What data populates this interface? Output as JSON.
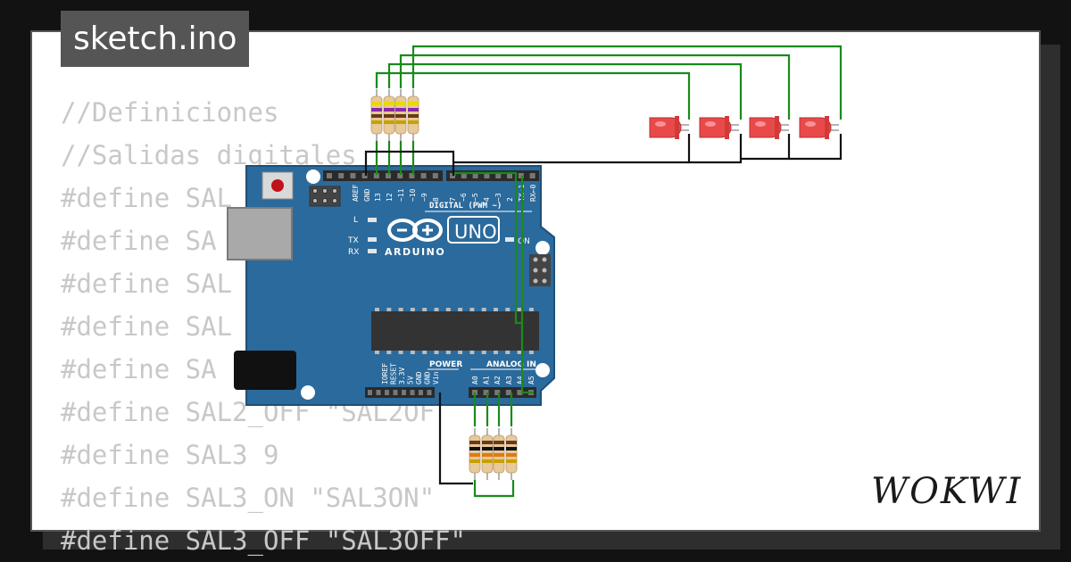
{
  "file_tab": {
    "label": "sketch.ino"
  },
  "code_lines": [
    "//Definiciones",
    "//Salidas digitales",
    "#define SAL",
    "#define SA",
    "#define SAL",
    "#define SAL",
    "#define SA",
    "#define SAL2_OFF \"SAL2OF",
    "#define SAL3 9",
    "#define SAL3_ON \"SAL3ON\"",
    "#define SAL3_OFF \"SAL3OFF\""
  ],
  "board": {
    "brand": "ARDUINO",
    "model": "UNO",
    "digital_label": "DIGITAL (PWM ~)",
    "power_label": "POWER",
    "analog_label": "ANALOG IN",
    "led_labels": [
      "L",
      "TX",
      "RX",
      "ON"
    ],
    "digital_pins": [
      "AREF",
      "GND",
      "13",
      "12",
      "~11",
      "~10",
      "~9",
      "8",
      "7",
      "~6",
      "~5",
      "4",
      "~3",
      "2",
      "TX→1",
      "RX←0"
    ],
    "power_pins": [
      "IOREF",
      "RESET",
      "3.3V",
      "5V",
      "GND",
      "GND",
      "Vin"
    ],
    "analog_pins": [
      "A0",
      "A1",
      "A2",
      "A3",
      "A4",
      "A5"
    ]
  },
  "logo": {
    "text": "WOKWI"
  },
  "colors": {
    "board_blue": "#2b6a9c",
    "wire_green": "#1a8a1a",
    "wire_black": "#111111",
    "led_red": "#e84a4a",
    "code_gray": "#c8c8c8"
  }
}
